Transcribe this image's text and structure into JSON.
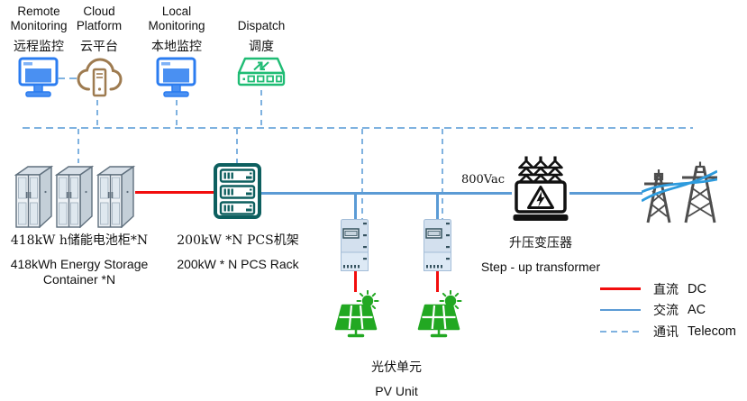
{
  "nodes": {
    "remote_monitoring": {
      "en": "Remote\nMonitoring",
      "zh": "远程监控"
    },
    "cloud_platform": {
      "en": "Cloud\nPlatform",
      "zh": "云平台"
    },
    "local_monitoring": {
      "en": "Local\nMonitoring",
      "zh": "本地监控"
    },
    "dispatch": {
      "en": "Dispatch",
      "zh": "调度"
    },
    "energy_storage": {
      "zh": "418kW h储能电池柜*N",
      "en": "418kWh Energy Storage\nContainer *N"
    },
    "pcs_rack": {
      "zh": "200kW *N PCS机架",
      "en": "200kW * N PCS Rack"
    },
    "transformer": {
      "zh": "升压变压器",
      "en": "Step - up transformer"
    },
    "pv_unit": {
      "zh": "光伏单元",
      "en": "PV Unit"
    }
  },
  "annotations": {
    "ac_voltage": "800Vac"
  },
  "legend": {
    "dc": {
      "zh": "直流",
      "en": "DC"
    },
    "ac": {
      "zh": "交流",
      "en": "AC"
    },
    "telecom": {
      "zh": "通讯",
      "en": "Telecom"
    }
  },
  "colors": {
    "dc_line": "#f20d0d",
    "ac_line": "#5b9bd5",
    "telecom_line": "#7fb2e0",
    "monitor_blue": "#2b7cf0",
    "cloud_brown": "#9e7b50",
    "switch_green": "#1fbc74",
    "pcs_teal": "#0d5f5f",
    "pv_green": "#22a822",
    "tower_grey": "#4d4d4d",
    "transformer_black": "#111111"
  },
  "icons": [
    "monitor-icon",
    "cloud-server-icon",
    "network-switch-icon",
    "battery-cabinet-icon",
    "pcs-rack-icon",
    "inverter-icon",
    "solar-panel-icon",
    "transformer-icon",
    "transmission-tower-icon"
  ]
}
